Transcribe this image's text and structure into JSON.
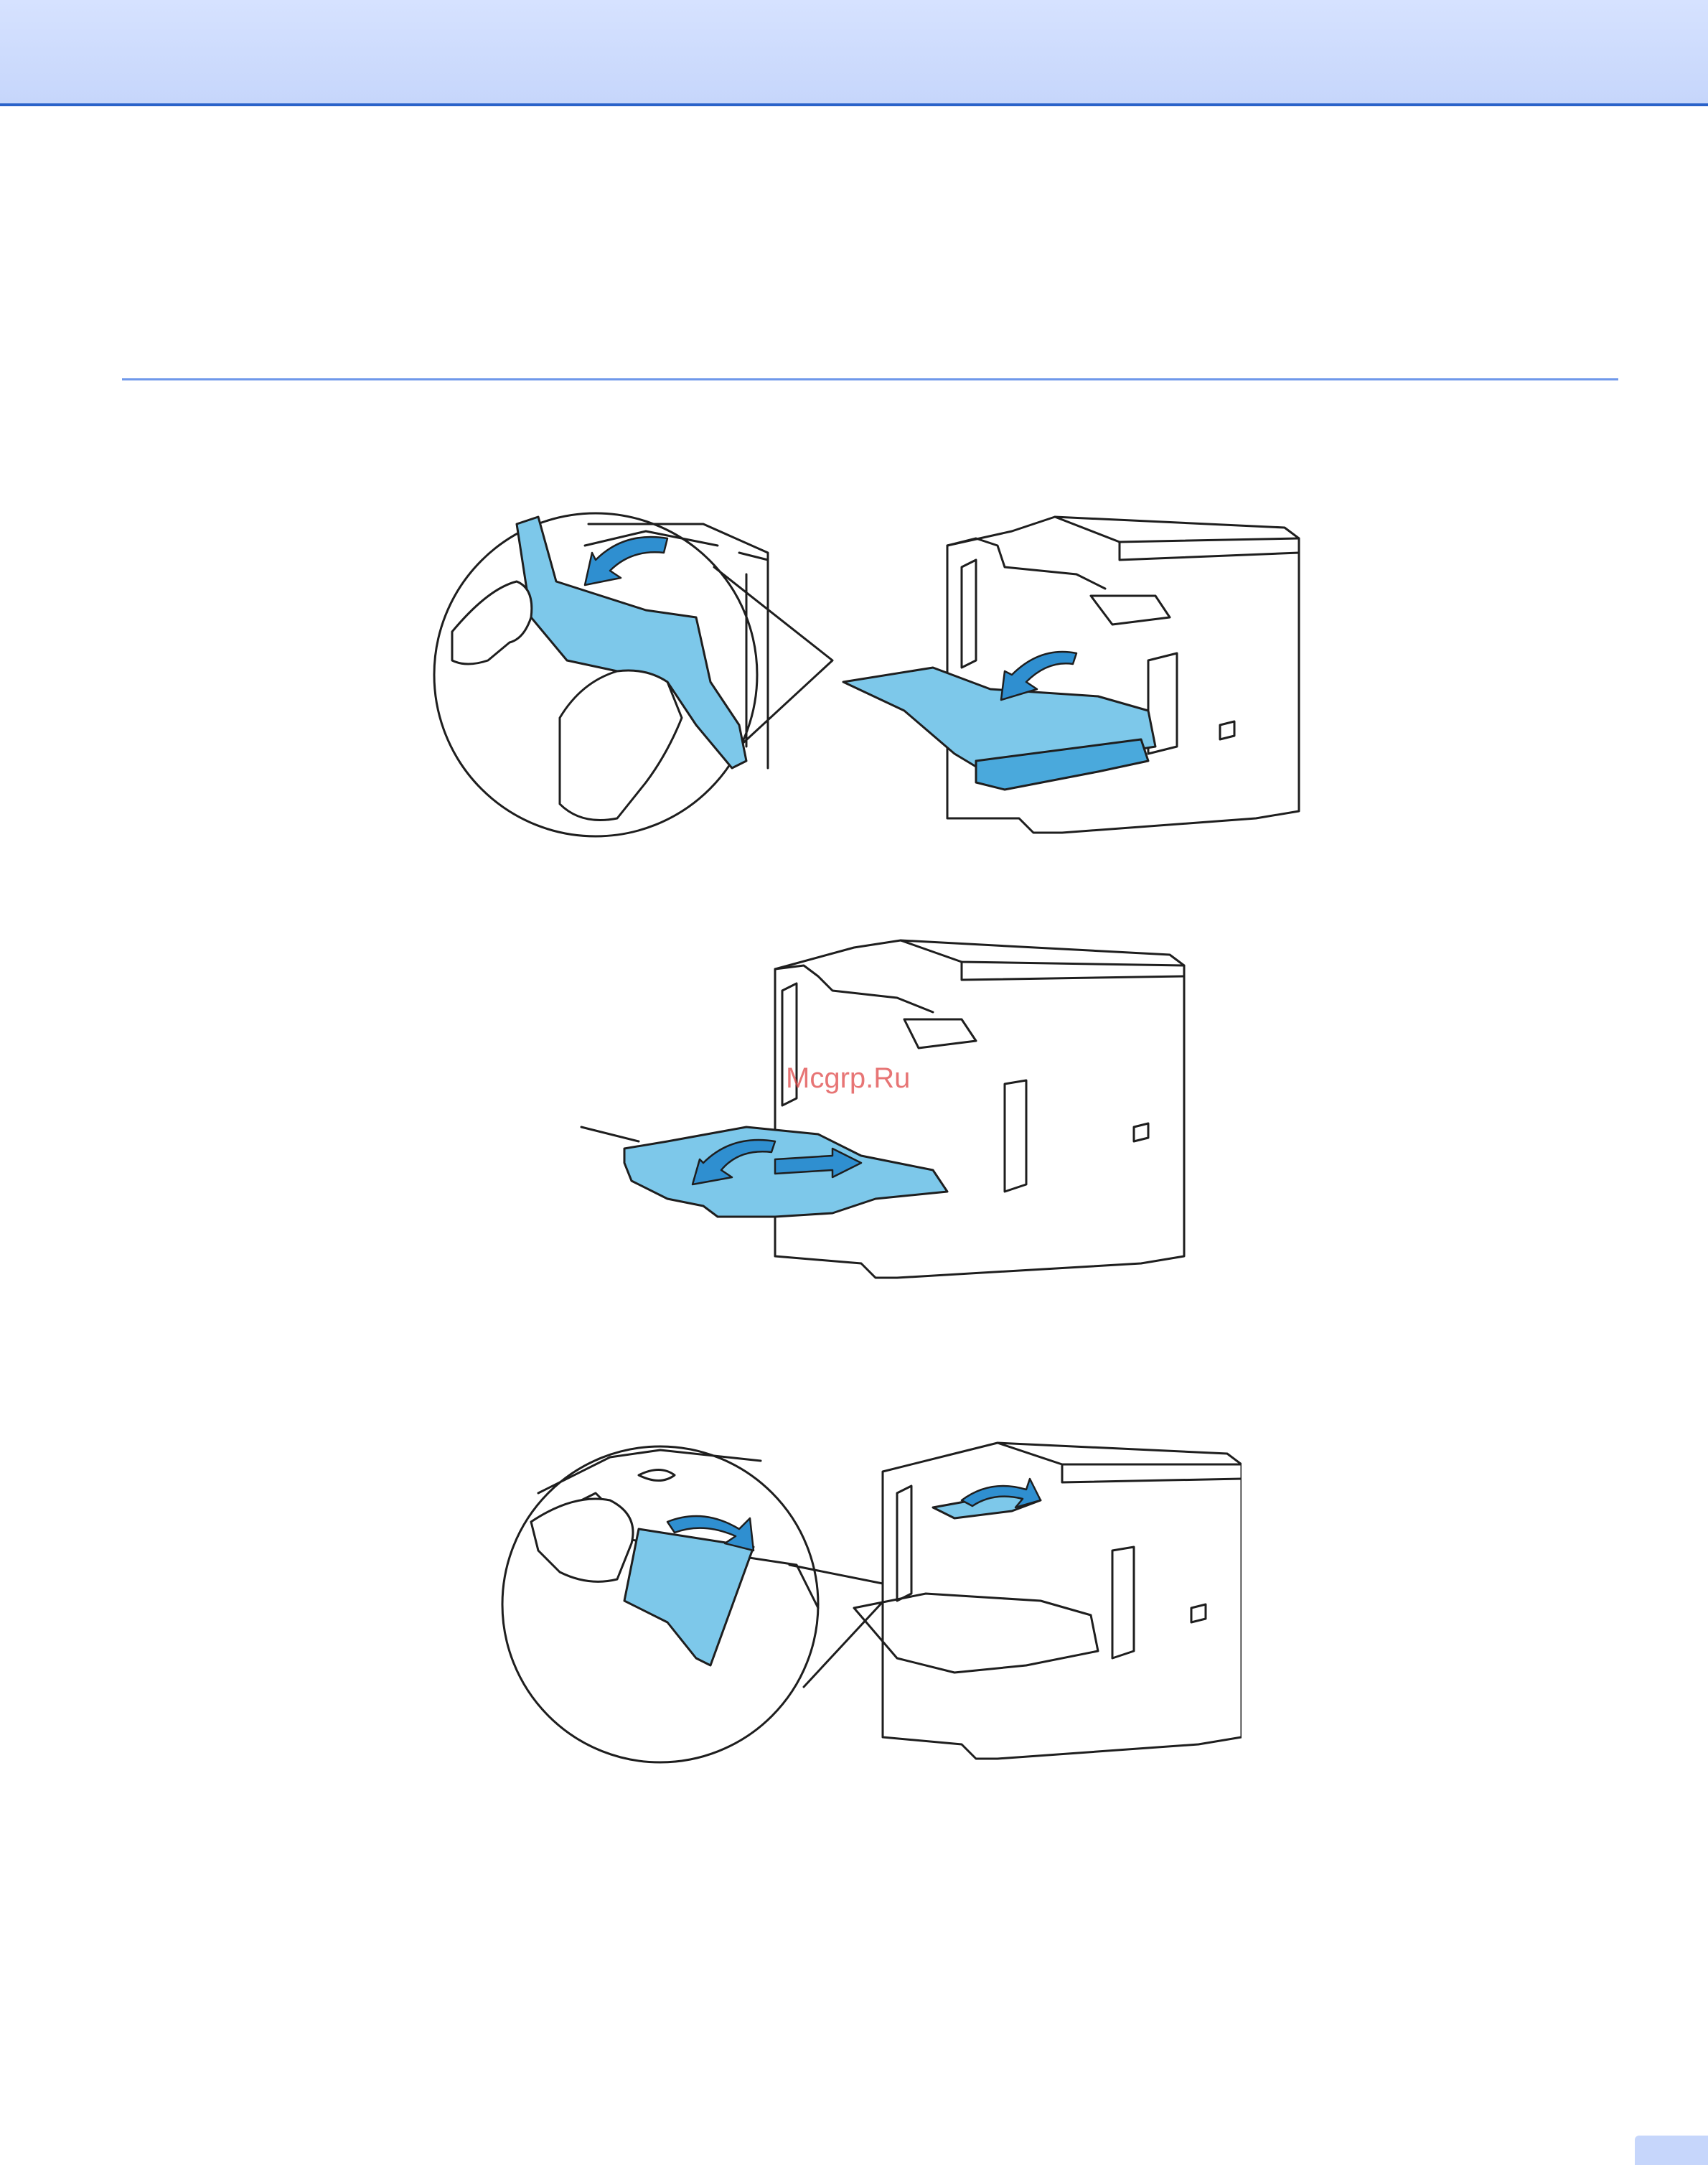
{
  "document": {
    "watermark_text": "Mcgrp.Ru",
    "accent_color": "#2a62c9",
    "header_band_color": "#c6d6fb",
    "illustration_blue": "#7dc8ea"
  },
  "figures": [
    {
      "subject": "printer-mp-tray-opening",
      "callout": "magnified-hands-lowering-tray"
    },
    {
      "subject": "printer-mp-tray-support-extended",
      "callout": "none"
    },
    {
      "subject": "printer-output-tray-support-flap",
      "callout": "magnified-hand-unfolding-flap"
    }
  ]
}
